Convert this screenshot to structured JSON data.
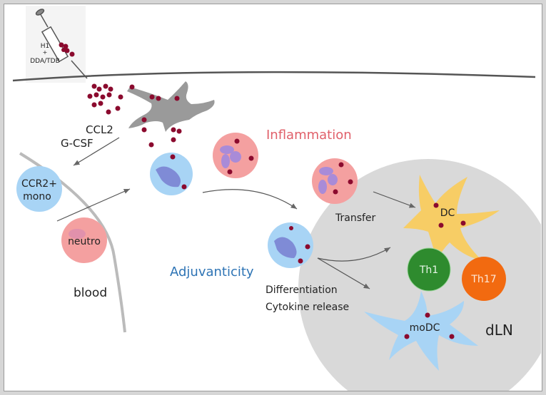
{
  "labels": {
    "vaccine_line1": "H1",
    "vaccine_plus": "+",
    "vaccine_line2": "DDA/TDB",
    "ccl2": "CCL2",
    "gcsf": "G-CSF",
    "mono_line1": "CCR2+",
    "mono_line2": "mono",
    "neutro": "neutro",
    "blood": "blood",
    "inflammation": "Inflammation",
    "adjuvanticity": "Adjuvanticity",
    "transfer": "Transfer",
    "differentiation": "Differentiation",
    "cytokine": "Cytokine release",
    "dc": "DC",
    "th1": "Th1",
    "th17": "Th17",
    "modc": "moDC",
    "dln": "dLN"
  },
  "colors": {
    "antigen": "#8b0a2e",
    "neutrophil": "#f4a0a0",
    "monocyte": "#a8d4f5",
    "nucleus": "#9a86d6",
    "dc": "#f7cd65",
    "th1": "#2e8b2e",
    "th17": "#f26a10",
    "lymph_node": "#d9d9d9",
    "inflammation_text": "#e0606a",
    "adjuvanticity_text": "#2e74b5",
    "tissue_cell": "#9a9a9a"
  }
}
